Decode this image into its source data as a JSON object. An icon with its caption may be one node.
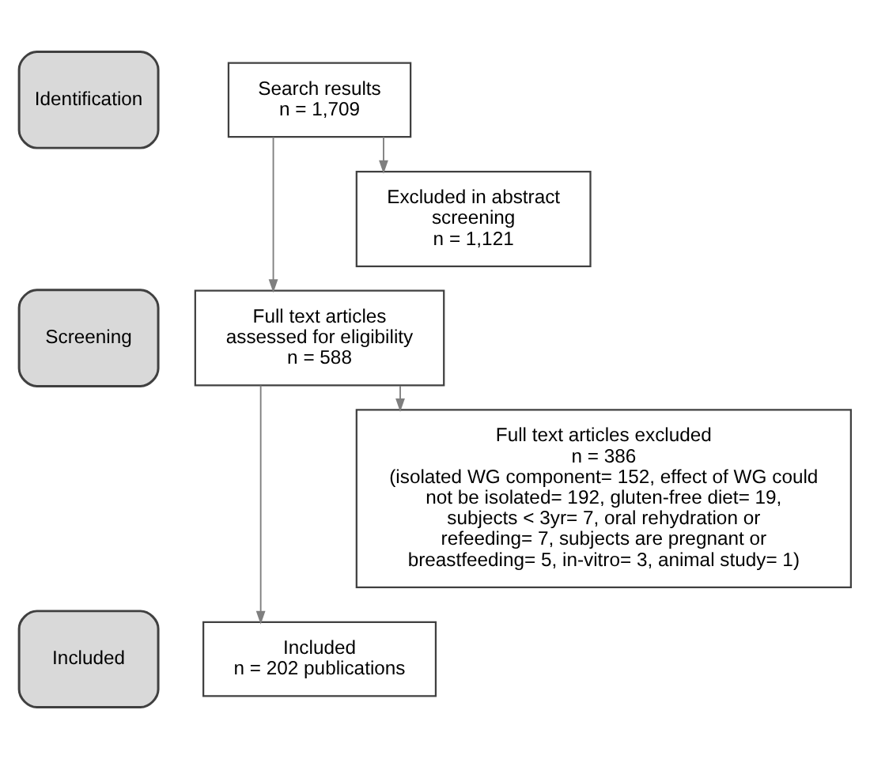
{
  "diagram": {
    "nodes": [
      {
        "text": [
          "Identification"
        ]
      },
      {
        "text": [
          "Search results",
          "n = 1,709"
        ]
      },
      {
        "text": [
          "Excluded in abstract screening",
          "n = 1,121"
        ]
      },
      {
        "text": [
          "Screening"
        ]
      },
      {
        "text": [
          "Full text articles assessed for eligibility",
          "n = 588"
        ]
      },
      {
        "text": [
          "Full text articles excluded",
          "n = 386",
          "(isolated WG component= 152, effect of WG could not be isolated= 192, gluten-free diet= 19, subjects < 3yr= 7, oral rehydration or refeeding= 7, subjects are pregnant or breastfeeding= 5, in-vitro= 3, animal study= 1)"
        ]
      },
      {
        "text": [
          "Included"
        ]
      },
      {
        "text": [
          "Included",
          "n = 202 publications"
        ]
      }
    ],
    "edges": [
      {
        "from": 1,
        "to": 2,
        "arrow": "to"
      },
      {
        "from": 1,
        "to": 4,
        "arrow": "to"
      },
      {
        "from": 4,
        "to": 5,
        "arrow": "to"
      },
      {
        "from": 4,
        "to": 7,
        "arrow": "to"
      }
    ]
  }
}
